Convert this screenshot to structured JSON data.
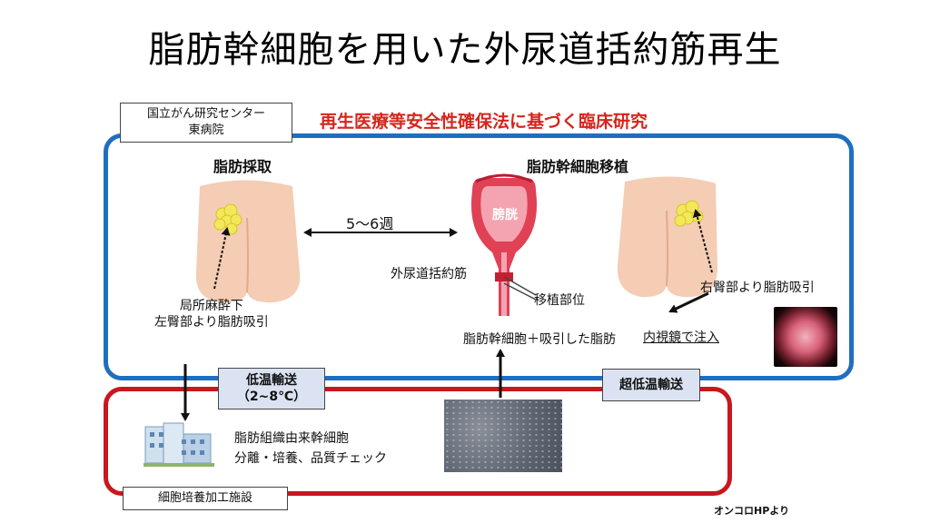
{
  "title": "脂肪幹細胞を用いた外尿道括約筋再生",
  "law_title": "再生医療等安全性確保法に基づく臨床研究",
  "institution": {
    "line1": "国立がん研究センター",
    "line2": "東病院"
  },
  "facility": "細胞培養加工施設",
  "harvest": {
    "heading": "脂肪採取",
    "note_line1": "局所麻酔下",
    "note_line2": "左臀部より脂肪吸引"
  },
  "interval": "5～6週",
  "transplant": {
    "heading": "脂肪幹細胞移植",
    "bladder": "膀胱",
    "sphincter": "外尿道括約筋",
    "site": "移植部位",
    "right_hip": "右臀部より脂肪吸引",
    "endoscope": "内視鏡で注入",
    "mixture": "脂肪幹細胞＋吸引した脂肪"
  },
  "transport_cold": {
    "line1": "低温輸送",
    "line2": "（2~8℃）"
  },
  "transport_ultracold": "超低温輸送",
  "processing": {
    "line1": "脂肪組織由来幹細胞",
    "line2": "分離・培養、品質チェック"
  },
  "source": "オンコロHPより",
  "colors": {
    "blue_frame": "#1f6fc0",
    "red_frame": "#c8171e",
    "law_title": "#d5261c",
    "skin": "#f4cdb4",
    "fat": "#f3e85a"
  }
}
